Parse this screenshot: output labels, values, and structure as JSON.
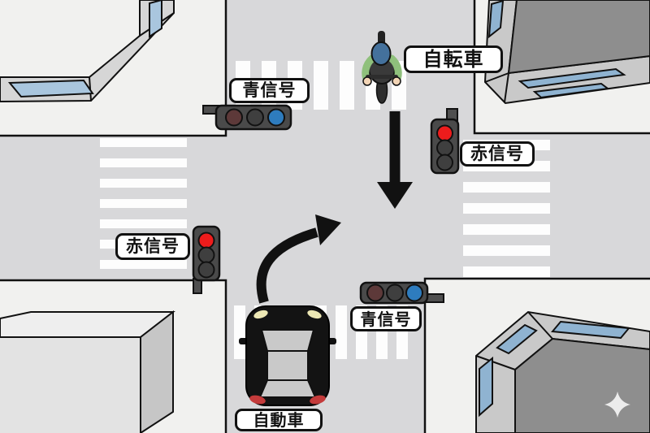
{
  "diagram": {
    "vehicles": [
      {
        "id": "bicycle",
        "label": "自転車",
        "heading": "down"
      },
      {
        "id": "car",
        "label": "自動車",
        "heading": "up-then-right-turn"
      }
    ],
    "traffic_lights": [
      {
        "id": "top-horizontal",
        "orientation": "horizontal",
        "state": "green",
        "label": "青信号"
      },
      {
        "id": "right-vertical",
        "orientation": "vertical",
        "state": "red",
        "label": "赤信号"
      },
      {
        "id": "left-vertical",
        "orientation": "vertical",
        "state": "red",
        "label": "赤信号"
      },
      {
        "id": "bottom-horizontal",
        "orientation": "horizontal",
        "state": "green",
        "label": "青信号"
      }
    ],
    "arrows": [
      {
        "id": "straight-down"
      },
      {
        "id": "curve-up-right"
      }
    ],
    "colors": {
      "road": "#d8d8da",
      "sidewalk": "#f1f1ef",
      "signal_red_lit": "#ed1c1c",
      "signal_blue_lit": "#2e7cbe",
      "signal_off": "#3f3f3f",
      "signal_off_red": "#5d3939",
      "window_blue": "#a9c6de",
      "dark_roof": "#8e8e8e"
    }
  }
}
